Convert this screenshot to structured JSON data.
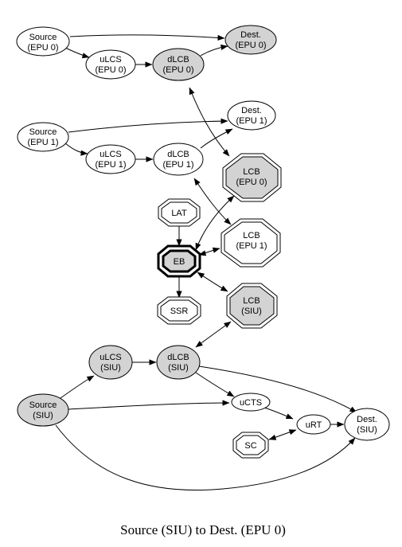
{
  "colors": {
    "filled": "#d3d3d3",
    "plain": "#ffffff",
    "stroke": "#000000"
  },
  "caption": "Source (SIU) to Dest. (EPU 0)",
  "nodes": {
    "source_epu0": {
      "line1": "Source",
      "line2": "(EPU 0)",
      "filled": false
    },
    "dest_epu0": {
      "line1": "Dest.",
      "line2": "(EPU 0)",
      "filled": true
    },
    "ulcs_epu0": {
      "line1": "uLCS",
      "line2": "(EPU 0)",
      "filled": false
    },
    "dlcb_epu0": {
      "line1": "dLCB",
      "line2": "(EPU 0)",
      "filled": true
    },
    "source_epu1": {
      "line1": "Source",
      "line2": "(EPU 1)",
      "filled": false
    },
    "dest_epu1": {
      "line1": "Dest.",
      "line2": "(EPU 1)",
      "filled": false
    },
    "ulcs_epu1": {
      "line1": "uLCS",
      "line2": "(EPU 1)",
      "filled": false
    },
    "dlcb_epu1": {
      "line1": "dLCB",
      "line2": "(EPU 1)",
      "filled": false
    },
    "lcb_epu0": {
      "line1": "LCB",
      "line2": "(EPU 0)",
      "filled": true
    },
    "lcb_epu1": {
      "line1": "LCB",
      "line2": "(EPU 1)",
      "filled": false
    },
    "lcb_siu": {
      "line1": "LCB",
      "line2": "(SIU)",
      "filled": true
    },
    "lat": {
      "line1": "LAT"
    },
    "eb": {
      "line1": "EB"
    },
    "ssr": {
      "line1": "SSR"
    },
    "ulcs_siu": {
      "line1": "uLCS",
      "line2": "(SIU)",
      "filled": true
    },
    "dlcb_siu": {
      "line1": "dLCB",
      "line2": "(SIU)",
      "filled": true
    },
    "source_siu": {
      "line1": "Source",
      "line2": "(SIU)",
      "filled": true
    },
    "ucts": {
      "line1": "uCTS"
    },
    "urt": {
      "line1": "uRT"
    },
    "dest_siu": {
      "line1": "Dest.",
      "line2": "(SIU)",
      "filled": false
    },
    "sc": {
      "line1": "SC"
    }
  },
  "edges": [
    {
      "from": "Source (EPU 0)",
      "to": "Dest. (EPU 0)",
      "direction": "forward"
    },
    {
      "from": "Source (EPU 0)",
      "to": "uLCS (EPU 0)",
      "direction": "forward"
    },
    {
      "from": "uLCS (EPU 0)",
      "to": "dLCB (EPU 0)",
      "direction": "forward"
    },
    {
      "from": "dLCB (EPU 0)",
      "to": "Dest. (EPU 0)",
      "direction": "forward"
    },
    {
      "from": "dLCB (EPU 0)",
      "to": "LCB (EPU 0)",
      "direction": "both"
    },
    {
      "from": "Source (EPU 1)",
      "to": "Dest. (EPU 1)",
      "direction": "forward"
    },
    {
      "from": "Source (EPU 1)",
      "to": "uLCS (EPU 1)",
      "direction": "forward"
    },
    {
      "from": "uLCS (EPU 1)",
      "to": "dLCB (EPU 1)",
      "direction": "forward"
    },
    {
      "from": "dLCB (EPU 1)",
      "to": "Dest. (EPU 1)",
      "direction": "forward"
    },
    {
      "from": "dLCB (EPU 1)",
      "to": "LCB (EPU 1)",
      "direction": "both"
    },
    {
      "from": "LCB (EPU 0)",
      "to": "EB",
      "direction": "both"
    },
    {
      "from": "LCB (EPU 1)",
      "to": "EB",
      "direction": "both"
    },
    {
      "from": "LAT",
      "to": "EB",
      "direction": "forward"
    },
    {
      "from": "EB",
      "to": "SSR",
      "direction": "forward"
    },
    {
      "from": "EB",
      "to": "LCB (SIU)",
      "direction": "both"
    },
    {
      "from": "dLCB (SIU)",
      "to": "LCB (SIU)",
      "direction": "both"
    },
    {
      "from": "Source (SIU)",
      "to": "uLCS (SIU)",
      "direction": "forward"
    },
    {
      "from": "uLCS (SIU)",
      "to": "dLCB (SIU)",
      "direction": "forward"
    },
    {
      "from": "dLCB (SIU)",
      "to": "uCTS",
      "direction": "forward"
    },
    {
      "from": "dLCB (SIU)",
      "to": "Dest. (SIU)",
      "direction": "forward"
    },
    {
      "from": "Source (SIU)",
      "to": "uCTS",
      "direction": "forward"
    },
    {
      "from": "Source (SIU)",
      "to": "Dest. (SIU)",
      "direction": "forward"
    },
    {
      "from": "uCTS",
      "to": "uRT",
      "direction": "forward"
    },
    {
      "from": "uRT",
      "to": "Dest. (SIU)",
      "direction": "forward"
    },
    {
      "from": "SC",
      "to": "uRT",
      "direction": "both"
    }
  ]
}
